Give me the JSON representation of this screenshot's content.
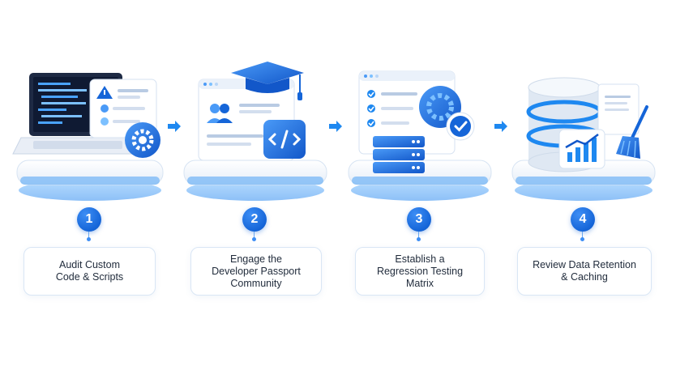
{
  "steps": [
    {
      "number": "1",
      "label": "Audit Custom\nCode & Scripts"
    },
    {
      "number": "2",
      "label": "Engage the\nDeveloper Passport\nCommunity"
    },
    {
      "number": "3",
      "label": "Establish a\nRegression Testing\nMatrix"
    },
    {
      "number": "4",
      "label": "Review Data Retention\n& Caching"
    }
  ],
  "colors": {
    "accent": "#1565d8",
    "light_accent": "#3d8ef5",
    "card_border": "#d9e6f5",
    "text": "#1f2a3a"
  },
  "icons": [
    "laptop-code-icon",
    "warning-icon",
    "gear-icon",
    "graduation-cap-icon",
    "user-profile-icon",
    "code-icon",
    "checklist-icon",
    "server-icon",
    "check-badge-icon",
    "database-icon",
    "chart-icon",
    "broom-icon",
    "arrow-right-icon"
  ]
}
